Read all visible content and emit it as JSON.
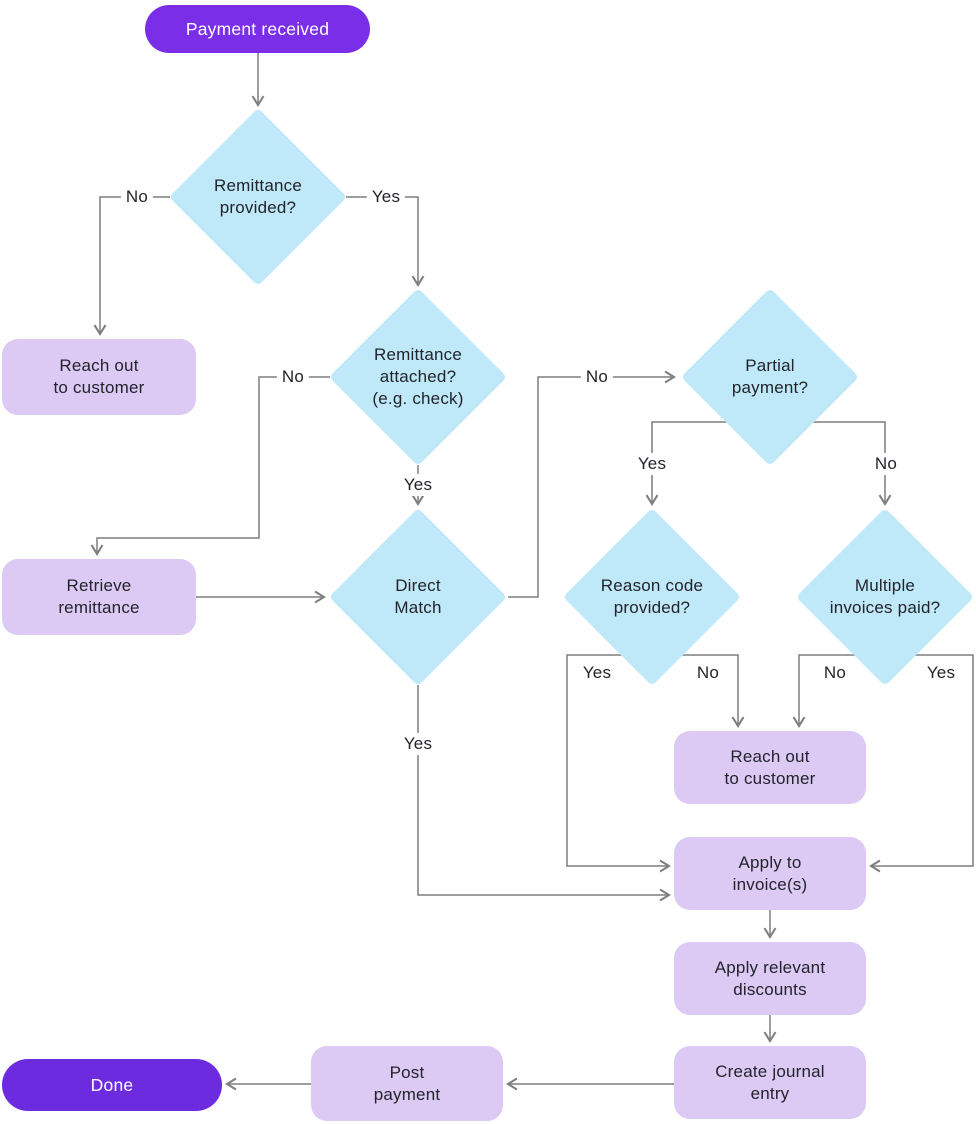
{
  "colors": {
    "start_pill_bg": "#7B2EE8",
    "end_pill_bg": "#6D2BDF",
    "process_bg": "#DCCAF5",
    "decision_bg": "#BFE9F9",
    "connector": "#7F7F7F",
    "text_dark": "#23232B",
    "text_light": "#FFFFFF"
  },
  "nodes": {
    "start": {
      "label": "Payment received"
    },
    "decision_remittance_provided": {
      "label": "Remittance\nprovided?"
    },
    "process_reach_out_left": {
      "label": "Reach out\nto customer"
    },
    "decision_remittance_attached": {
      "label": "Remittance\nattached?\n(e.g. check)"
    },
    "process_retrieve_remittance": {
      "label": "Retrieve\nremittance"
    },
    "decision_direct_match": {
      "label": "Direct\nMatch"
    },
    "decision_partial_payment": {
      "label": "Partial\npayment?"
    },
    "decision_reason_code": {
      "label": "Reason code\nprovided?"
    },
    "decision_multiple_invoices": {
      "label": "Multiple\ninvoices paid?"
    },
    "process_reach_out_right": {
      "label": "Reach out\nto customer"
    },
    "process_apply_invoices": {
      "label": "Apply to\ninvoice(s)"
    },
    "process_apply_discounts": {
      "label": "Apply relevant\ndiscounts"
    },
    "process_create_journal": {
      "label": "Create journal\nentry"
    },
    "process_post_payment": {
      "label": "Post\npayment"
    },
    "end": {
      "label": "Done"
    }
  },
  "edge_labels": {
    "remittance_provided_no": "No",
    "remittance_provided_yes": "Yes",
    "remittance_attached_no": "No",
    "remittance_attached_yes": "Yes",
    "direct_match_no": "No",
    "direct_match_yes": "Yes",
    "partial_payment_yes": "Yes",
    "partial_payment_no": "No",
    "reason_code_yes": "Yes",
    "reason_code_no": "No",
    "multiple_invoices_no": "No",
    "multiple_invoices_yes": "Yes"
  }
}
